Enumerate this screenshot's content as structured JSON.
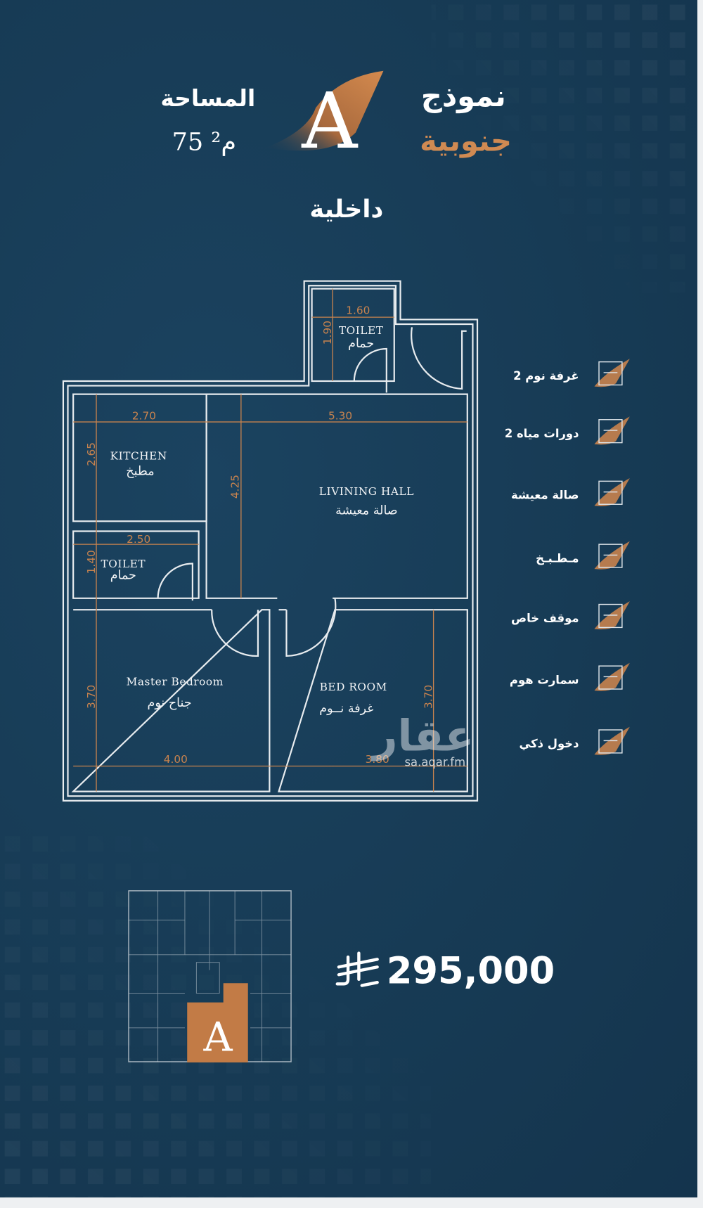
{
  "header": {
    "model_label": "نموذج",
    "model_letter": "A",
    "orientation": "جنوبية",
    "area_label": "المساحة",
    "area_value": "75 م²",
    "position": "داخلية"
  },
  "floor_plan": {
    "rooms": {
      "kitchen": {
        "en": "KITCHEN",
        "ar": "مطبخ",
        "width": "2.70",
        "depth": "2.65"
      },
      "living": {
        "en": "LIVINING HALL",
        "ar": "صالة معيشة",
        "width": "5.30",
        "depth": "4.25"
      },
      "toilet1": {
        "en": "TOILET",
        "ar": "حمام",
        "width": "2.50",
        "depth": "1.40"
      },
      "toilet2": {
        "en": "TOILET",
        "ar": "حمام",
        "width": "1.60",
        "depth": "1.90"
      },
      "master": {
        "en": "Master Bedroom",
        "ar": "جناح نوم",
        "width": "4.00",
        "depth": "3.70"
      },
      "bedroom": {
        "en": "BED ROOM",
        "ar": "غرفة نــوم",
        "width": "3.80",
        "depth": "3.70"
      }
    }
  },
  "watermark": {
    "logo": "عقار",
    "url": "sa.aqar.fm"
  },
  "features": [
    {
      "label": "2 غرفة نوم",
      "icon": "bedroom-icon"
    },
    {
      "label": "2 دورات مياه",
      "icon": "bathroom-icon"
    },
    {
      "label": "صالة معيشة",
      "icon": "living-room-icon"
    },
    {
      "label": "مـطـبـخ",
      "icon": "kitchen-icon"
    },
    {
      "label": "موقف خاص",
      "icon": "parking-icon"
    },
    {
      "label": "سمارت هوم",
      "icon": "smart-home-icon"
    },
    {
      "label": "دخول ذكي",
      "icon": "smart-entry-icon"
    }
  ],
  "price": {
    "value": "295,000",
    "currency_icon": "saudi-riyal-symbol"
  },
  "key_plan": {
    "highlight_letter": "A"
  },
  "colors": {
    "background": "#173b55",
    "accent": "#c8834e",
    "text": "#ffffff"
  }
}
